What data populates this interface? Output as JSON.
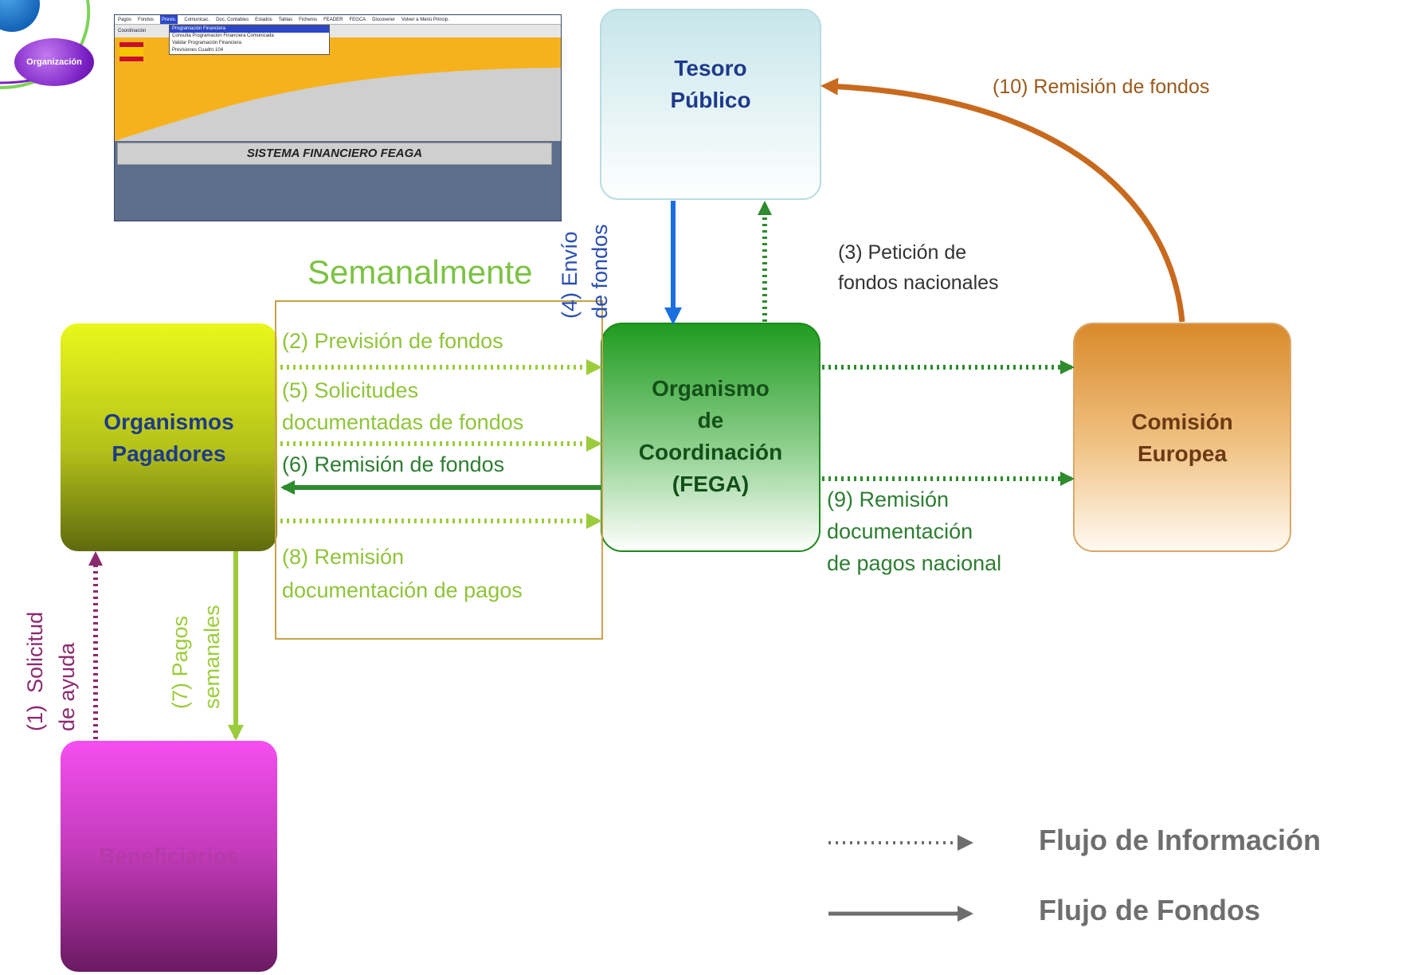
{
  "nav": {
    "top_badge": "ción",
    "org_badge": "Organización"
  },
  "app_screenshot": {
    "menu": [
      "Pagos",
      "Fondos",
      "Previs.",
      "Comunicac.",
      "Doc. Contables",
      "Estados",
      "Tablas",
      "Ficheros",
      "FEADER",
      "FEGCA",
      "Discoverer",
      "Volver a Menú Princip."
    ],
    "selected_menu": "Previs.",
    "toolbar_label": "Coordinación",
    "dropdown_items": [
      "Programación Financiera",
      "Consulta Programación Financiera Comunicada",
      "Validar Programación Financiera",
      "Previsiones Cuadro 104"
    ],
    "title": "SISTEMA FINANCIERO FEAGA"
  },
  "group_label": "Semanalmente",
  "boxes": {
    "tesoro": "Tesoro\nPúblico",
    "organismos": "Organismos\nPagadores",
    "fega": "Organismo\nde\nCoordinación\n(FEGA)",
    "comision": "Comisión\nEuropea",
    "beneficiarios": "Beneficiarios"
  },
  "flows": {
    "f1": "(1)  Solicitud\nde ayuda",
    "f2": "(2) Previsión de fondos",
    "f3": "(3) Petición de\nfondos nacionales",
    "f4": "(4) Envío\nde fondos",
    "f5": "(5) Solicitudes\ndocumentadas de fondos",
    "f6": "(6) Remisión de fondos",
    "f7": "(7) Pagos\nsemanales",
    "f8": "(8) Remisión\ndocumentación de pagos",
    "f9": "(9) Remisión\ndocumentación\nde pagos nacional",
    "f10": "(10) Remisión de fondos"
  },
  "legend": {
    "info": "Flujo de Información",
    "funds": "Flujo de Fondos"
  },
  "colors": {
    "tesoro": "#e6f4f5",
    "organismos_top": "#e7f51c",
    "organismos_bottom": "#6e7a10",
    "fega_top": "#2aa52a",
    "fega_bottom": "#ffffff",
    "comision_top": "#d98a2a",
    "comision_bottom": "#fdf6ec",
    "beneficiarios_top": "#f54ef0",
    "beneficiarios_bottom": "#6e1c66",
    "info_light_green": "#9ccc3c",
    "info_dark_green": "#2e8b2e",
    "funds_blue": "#1a6fe0",
    "funds_brown": "#c86a1e",
    "info_purple": "#8c2a6e"
  }
}
